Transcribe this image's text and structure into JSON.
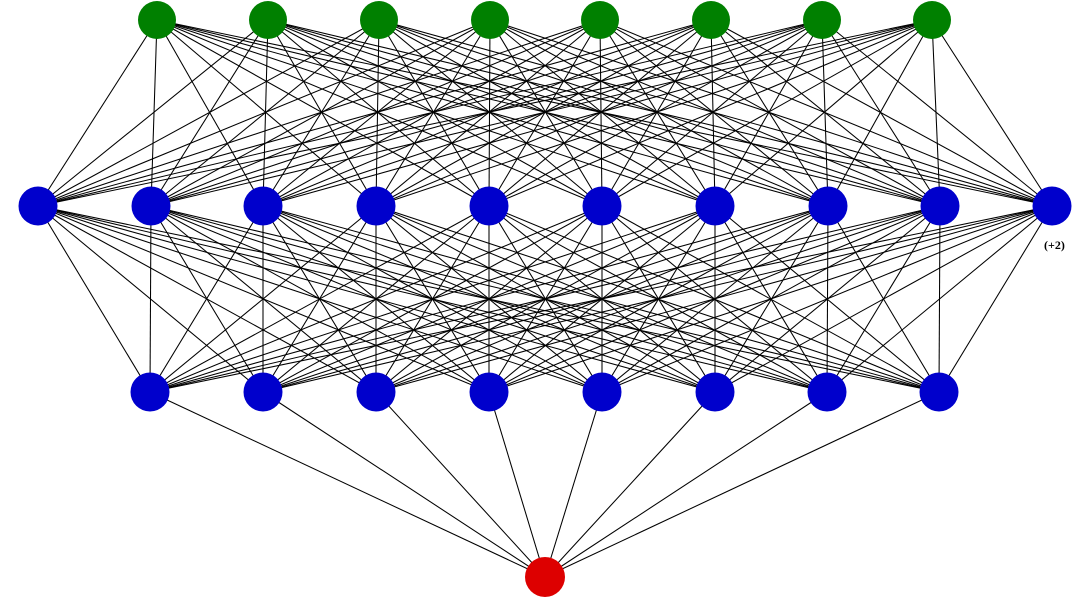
{
  "network": {
    "layers": [
      {
        "role": "input",
        "count": 8,
        "color": "#008000"
      },
      {
        "role": "hidden",
        "count": 10,
        "color": "#0000cc"
      },
      {
        "role": "hidden",
        "count": 8,
        "color": "#0000cc"
      },
      {
        "role": "output",
        "count": 1,
        "color": "#dd0000"
      }
    ],
    "connectivity": "fully-connected",
    "edge_color": "#000000",
    "hidden_note": "(+2)"
  }
}
